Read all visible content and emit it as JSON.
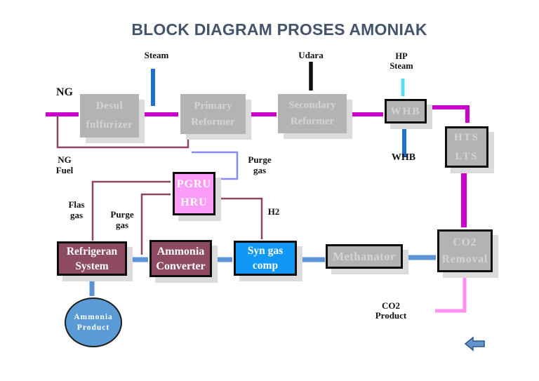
{
  "title": "BLOCK DIAGRAM PROSES AMONIAK",
  "colors": {
    "title": "#44546a",
    "magenta": "#cc00cc",
    "blue": "#1f6fd0",
    "steel": "#5b93d5",
    "cyan": "#55e0f2",
    "pink": "#ff8ff0",
    "periwinkle": "#8789ee",
    "maroon": "#8e4563",
    "black": "#111111",
    "grayFill": "#b3b3b3",
    "grayText": "#d4d4d4",
    "shadow": "#dbdbdb",
    "maroonFill": "#8d4a63",
    "azureFill": "#1197f5",
    "pinkFill": "#fc9cf8",
    "circleFill": "#5b9bd5",
    "labelText": "#111111",
    "navFill": "#6295ca",
    "navBorder": "#2a5788"
  },
  "blocks": {
    "desul": {
      "line1": "Desul",
      "line2": "fulfurizer"
    },
    "primary": {
      "line1": "Primary",
      "line2": "Reformer"
    },
    "secondary": {
      "line1": "Secondary",
      "line2": "Reformer"
    },
    "whb": {
      "line1": "WHB"
    },
    "htslts": {
      "line1": "HTS",
      "line2": "LTS"
    },
    "co2removal": {
      "line1": "CO2",
      "line2": "Removal"
    },
    "methanator": {
      "line1": "Methanator"
    },
    "syngas": {
      "line1": "Syn gas",
      "line2": "comp"
    },
    "converter": {
      "line1": "Ammonia",
      "line2": "Converter"
    },
    "refrigeran": {
      "line1": "Refrigeran",
      "line2": "System"
    },
    "pgru": {
      "line1": "PGRU",
      "line2": "HRU"
    },
    "product": {
      "line1": "Ammonia",
      "line2": "Product"
    }
  },
  "labels": {
    "ng": "NG",
    "steam": "Steam",
    "udara": "Udara",
    "hp_steam": {
      "line1": "HP",
      "line2": "Steam"
    },
    "whb_in": "WHB",
    "ng_fuel": {
      "line1": "NG",
      "line2": "Fuel"
    },
    "purge_top": {
      "line1": "Purge",
      "line2": "gas"
    },
    "h2": "H2",
    "flas": {
      "line1": "Flas",
      "line2": "gas"
    },
    "purge_bottom": {
      "line1": "Purge",
      "line2": "gas"
    },
    "co2_product": {
      "line1": "CO2",
      "line2": "Product"
    }
  },
  "icons": {
    "nav_back": "left-block-arrow"
  }
}
